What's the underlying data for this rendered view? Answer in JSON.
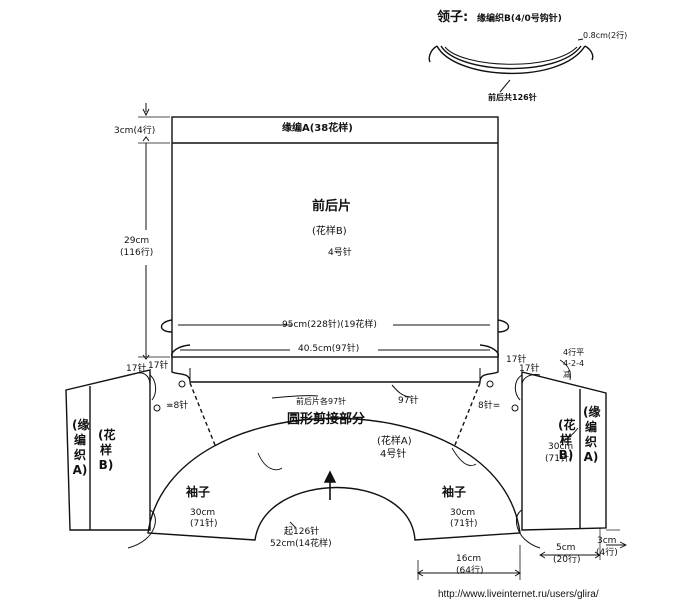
{
  "collar": {
    "title": "领子:",
    "edging": "缘编织B(4/0号钩针)",
    "width": "0.8cm(2行)",
    "stitches": "前后共126针"
  },
  "body_panel": {
    "edging": "缘编A(38花样)",
    "name": "前后片",
    "pattern": "(花样B)",
    "needle": "4号针",
    "width_95": "95cm(228针)(19花样)",
    "width_405": "40.5cm(97针)",
    "height_3_cm": "3cm",
    "height_3_rows": "(4行)",
    "height_29_cm": "29cm",
    "height_29_rows": "(116行)",
    "side_17_left": "17针",
    "side_17_right": "17针",
    "stitches_97": "97针"
  },
  "yoke": {
    "name": "圆形剪接部分",
    "pattern": "(花样A)",
    "needle": "4号针",
    "front_back": "前后片各97针",
    "start": "起126针",
    "start_width": "52cm(14花样)",
    "sleeve_left": "袖子",
    "sleeve_right": "袖子",
    "sleeve_30_left": "30cm",
    "sleeve_71_left": "(71针)",
    "sleeve_30_right": "30cm",
    "sleeve_71_right": "(71针)",
    "width_16": "16cm",
    "rows_64": "(64行)"
  },
  "left_cuff": {
    "stitches_17": "17针",
    "stitches_8": "=8针",
    "label_a": "(缘编织A)",
    "label_b": "(花样B)"
  },
  "right_cuff": {
    "stitches_17": "17针",
    "stitches_8": "8针=",
    "dec_1": "4行平",
    "dec_2": "4-2-4",
    "dec_3": "减",
    "side_30": "30cm",
    "side_71": "(71针)",
    "label_a": "(缘编织A)",
    "label_b": "(花样B)",
    "width_5": "5cm",
    "rows_20": "(20行)",
    "width_3": "3cm",
    "rows_4": "(4行)"
  },
  "watermark": "http://www.liveinternet.ru/users/glira/"
}
